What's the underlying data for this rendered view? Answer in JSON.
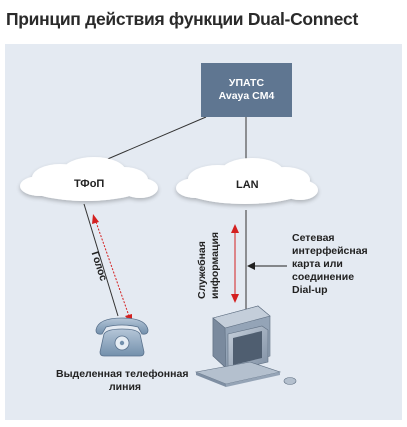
{
  "title": "Принцип действия функции Dual-Connect",
  "nodes": {
    "pbx": {
      "line1": "УПАТС",
      "line2": "Avaya CM4"
    },
    "pstn": {
      "label": "ТФоП"
    },
    "lan": {
      "label": "LAN"
    }
  },
  "labels": {
    "voice": "Голос",
    "service_info_line1": "Служебная",
    "service_info_line2": "информация",
    "nic_line1": "Сетевая",
    "nic_line2": "интерфейсная",
    "nic_line3": "карта или",
    "nic_line4": "соединение",
    "nic_line5": "Dial-up",
    "leased_line1": "Выделенная телефонная",
    "leased_line2": "линия"
  },
  "colors": {
    "panel": "#e4eaf2",
    "pbx_box": "#5f7691",
    "arrow_red": "#d42020",
    "line": "#333333",
    "cloud": "#ffffff",
    "phone": "#8fa7bf",
    "computer": "#a0afc0"
  },
  "icons": {
    "phone": "telephone-icon",
    "computer": "desktop-computer-icon"
  }
}
